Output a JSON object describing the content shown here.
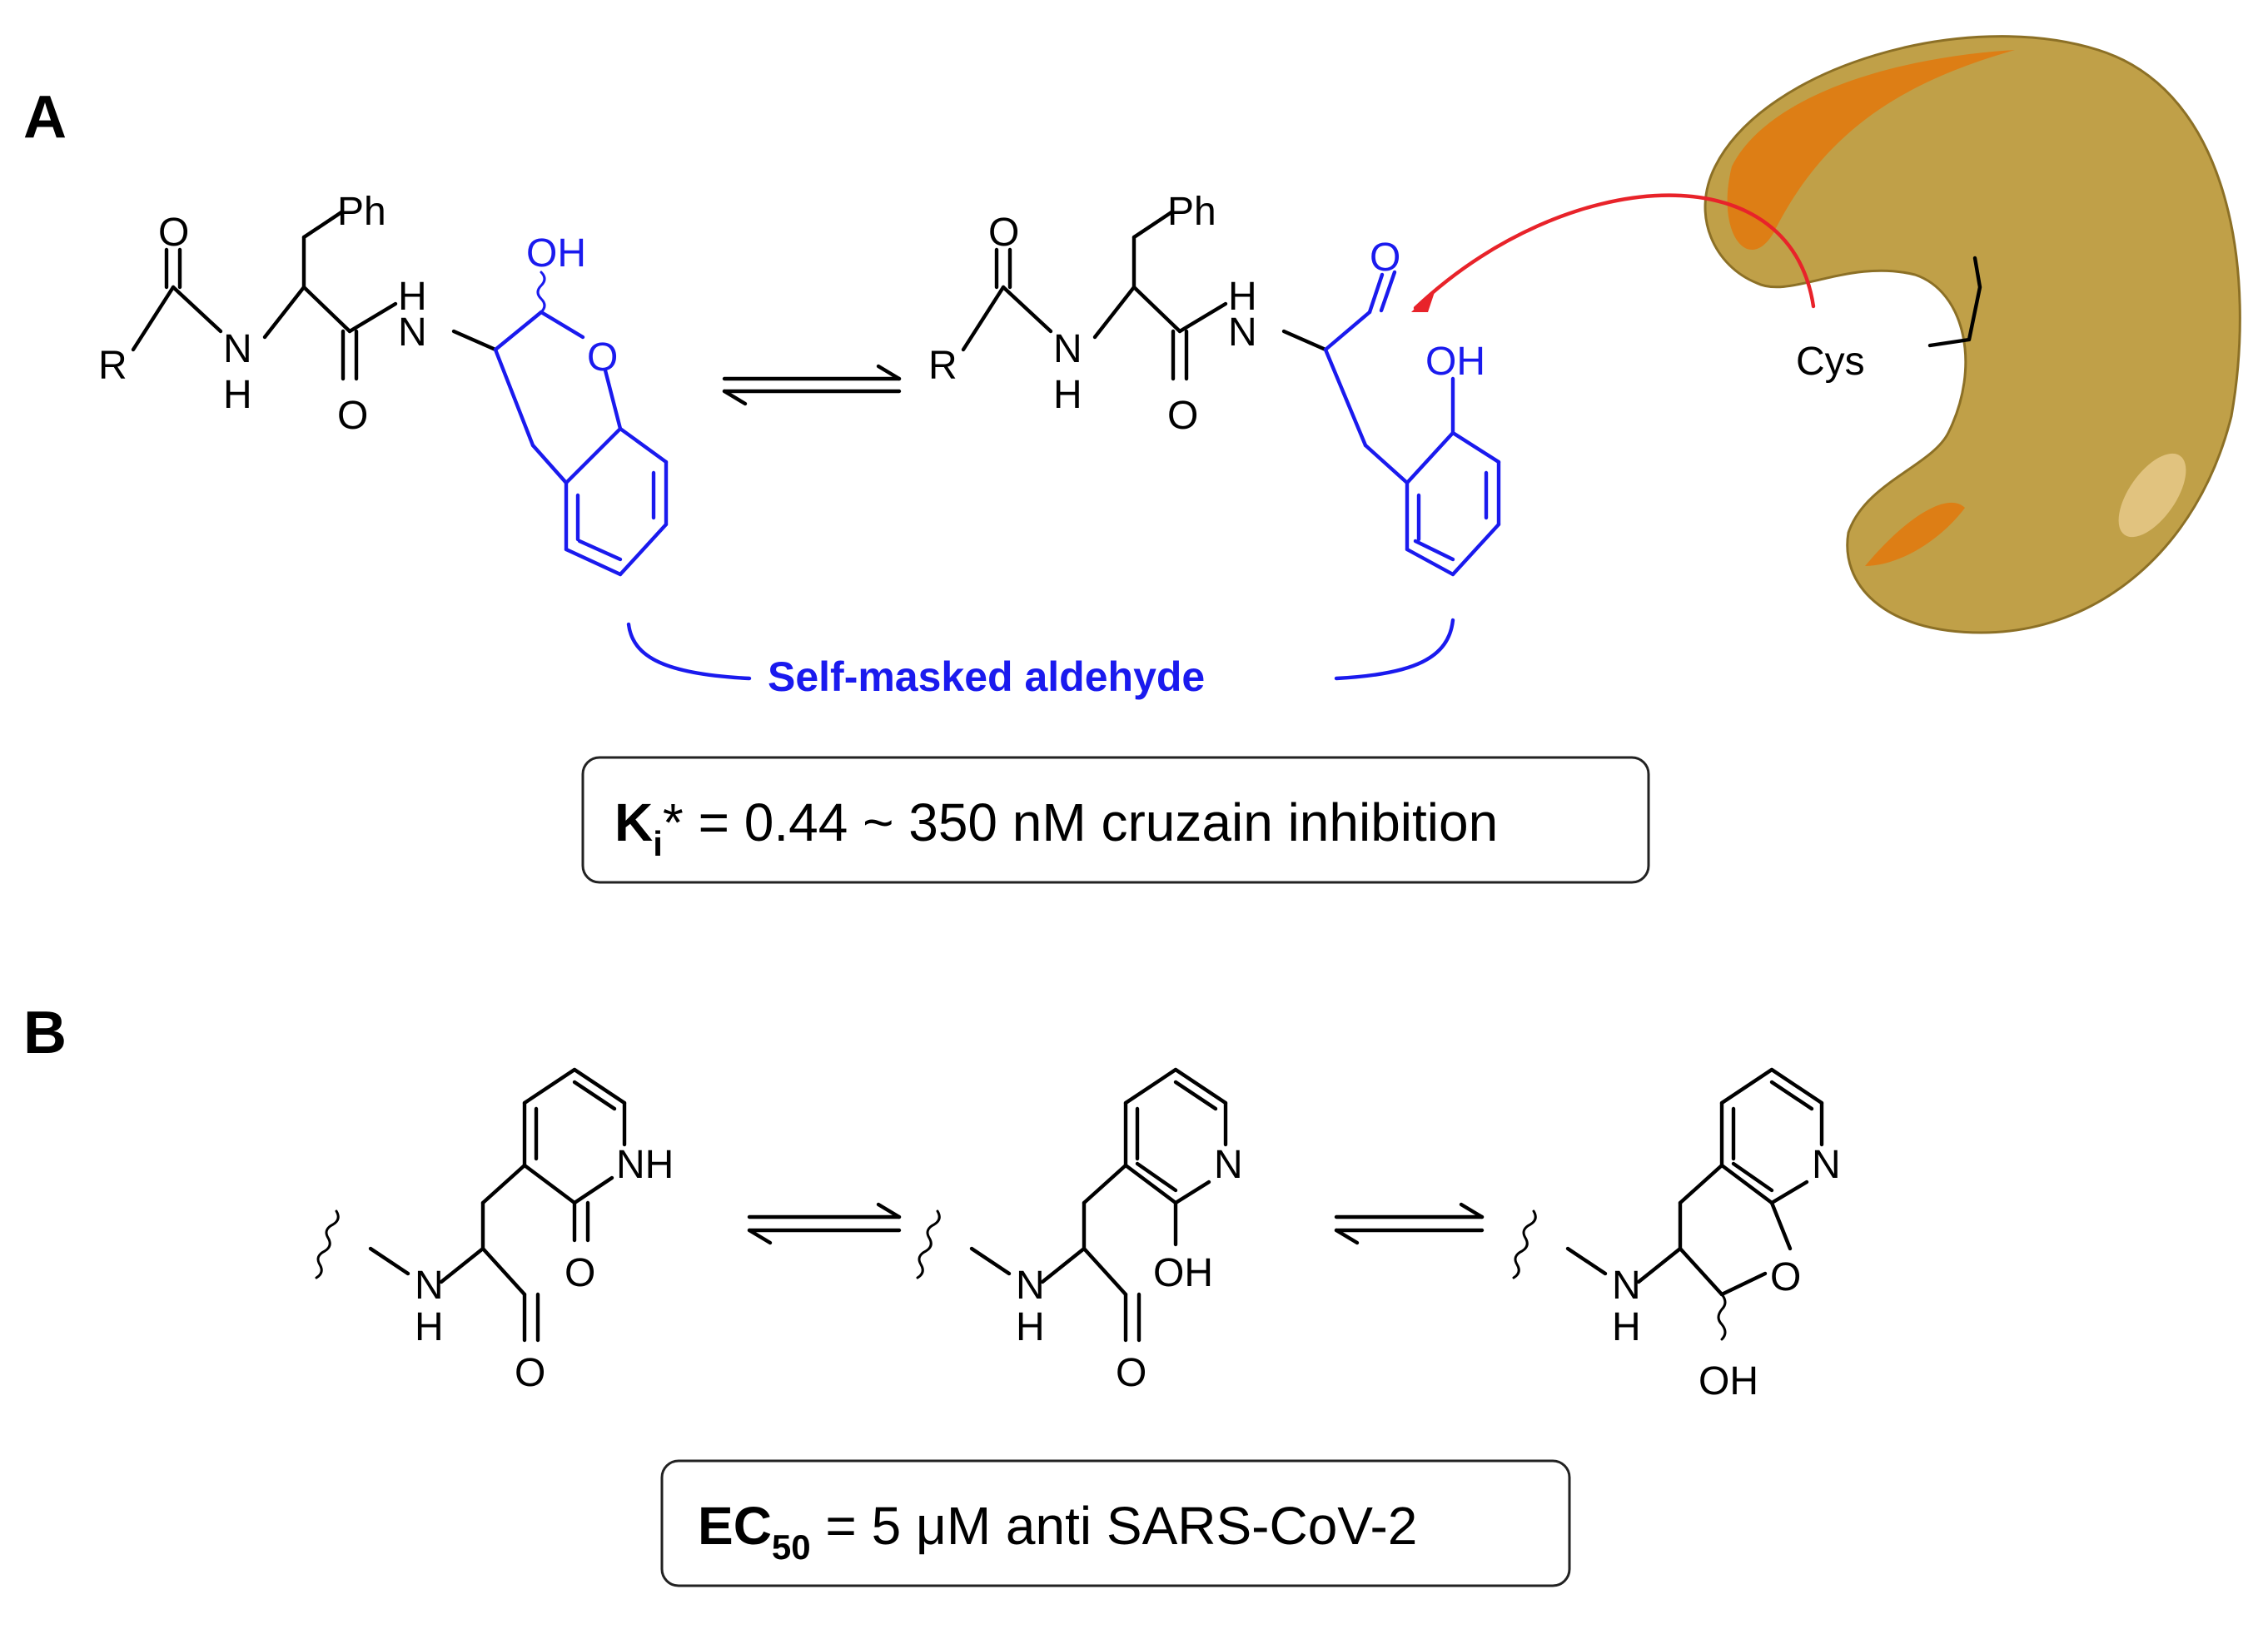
{
  "panel_a": {
    "label": "A",
    "mask_caption": "Self-masked aldehyde",
    "box": {
      "symbol": "K",
      "sub": "i",
      "rest": "* = 0.44 ~ 350 nM cruzain inhibition"
    },
    "enzyme_residue": "Cys",
    "atoms": {
      "ph": "Ph",
      "o": "O",
      "r": "R",
      "n": "N",
      "h": "H",
      "oh": "OH"
    },
    "colors": {
      "masked": "#1a1aee",
      "arrow": "#e8232a",
      "enzyme": "#c0a048",
      "enzyme_highlight": "#e07a10"
    }
  },
  "panel_b": {
    "label": "B",
    "box": {
      "symbol": "EC",
      "sub": "50",
      "rest": " = 5 μM anti SARS-CoV-2"
    },
    "atoms": {
      "n": "N",
      "h": "H",
      "o": "O",
      "nh": "NH",
      "oh": "OH"
    }
  }
}
